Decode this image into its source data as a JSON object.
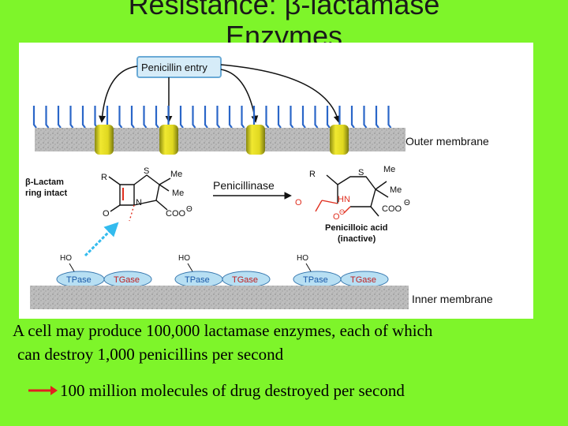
{
  "title": {
    "line1": "Resistance: β-lactamase",
    "line2": "Enzymes"
  },
  "figure": {
    "penicillin_entry": "Penicillin entry",
    "outer_membrane": "Outer membrane",
    "inner_membrane": "Inner membrane",
    "beta_lactam_line1": "β-Lactam",
    "beta_lactam_line2": "ring intact",
    "penicillinase": "Penicillinase",
    "penicilloic_acid": "Penicilloic acid",
    "inactive": "(inactive)",
    "substituent_r": "R",
    "atom_s": "S",
    "atom_n": "N",
    "atom_hn": "HN",
    "atom_o": "O",
    "atom_me": "Me",
    "group_coo": "COO",
    "charge_minus": "Θ",
    "ho": "HO",
    "tpase": "TPase",
    "tgase": "TGase",
    "colors": {
      "background": "#7ef52a",
      "porin_yellow": "#d8d010",
      "membrane_gray": "#b8b8b8",
      "label_box": "#d6ecf8",
      "label_border": "#6aaad6",
      "enzyme_fill": "#b7dff3",
      "lps_blue": "#2a66c8",
      "red_accent": "#e03020",
      "attack_arrow": "#33bbee"
    }
  },
  "caption": {
    "line1": "A cell may produce 100,000 lactamase enzymes, each of which",
    "line2": "can destroy 1,000 penicillins per second"
  },
  "result": {
    "text": "100 million molecules of drug destroyed per second",
    "arrow_color": "#e02020"
  }
}
